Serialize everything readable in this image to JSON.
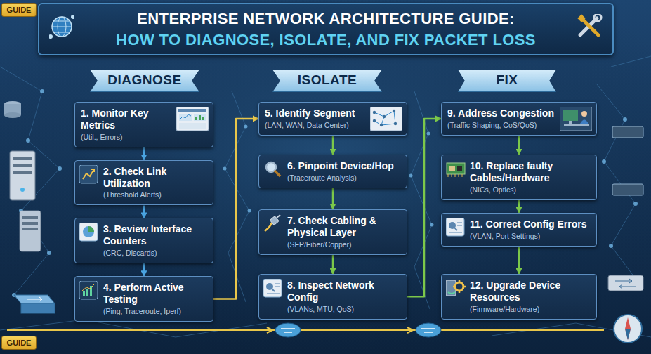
{
  "diagram": {
    "nodes": [
      {
        "text": [
          "GUIDE"
        ]
      },
      {
        "text": [
          "ENTERPRISE NETWORK ARCHITECTURE GUIDE:",
          "HOW TO DIAGNOSE, ISOLATE, AND FIX PACKET LOSS"
        ]
      },
      {
        "text": [
          "DIAGNOSE"
        ]
      },
      {
        "text": [
          "1. Monitor Key Metrics",
          "(Util., Errors)"
        ]
      },
      {
        "text": [
          "2. Check Link Utilization",
          "(Threshold Alerts)"
        ]
      },
      {
        "text": [
          "3. Review Interface Counters",
          "(CRC, Discards)"
        ]
      },
      {
        "text": [
          "4. Perform Active Testing",
          "(Ping, Traceroute, Iperf)"
        ]
      },
      {
        "text": [
          "ISOLATE"
        ]
      },
      {
        "text": [
          "5. Identify Segment",
          "(LAN, WAN, Data Center)"
        ]
      },
      {
        "text": [
          "6. Pinpoint Device/Hop",
          "(Traceroute Analysis)"
        ]
      },
      {
        "text": [
          "7. Check Cabling & Physical Layer",
          "(SFP/Fiber/Copper)"
        ]
      },
      {
        "text": [
          "8. Inspect Network Config",
          "(VLANs, MTU, QoS)"
        ]
      },
      {
        "text": [
          "FIX"
        ]
      },
      {
        "text": [
          "9. Address Congestion",
          "(Traffic Shaping, CoS/QoS)"
        ]
      },
      {
        "text": [
          "10. Replace faulty Cables/Hardware",
          "(NICs, Optics)"
        ]
      },
      {
        "text": [
          "11. Correct Config Errors",
          "(VLAN, Port Settings)"
        ]
      },
      {
        "text": [
          "12. Upgrade Device Resources",
          "(Firmware/Hardware)"
        ]
      },
      {
        "text": [
          "GUIDE"
        ]
      }
    ],
    "edges": [
      {
        "from": 3,
        "to": 4,
        "arrow": "to"
      },
      {
        "from": 4,
        "to": 5,
        "arrow": "to"
      },
      {
        "from": 5,
        "to": 6,
        "arrow": "to"
      },
      {
        "from": 6,
        "to": 8,
        "arrow": "to"
      },
      {
        "from": 8,
        "to": 9,
        "arrow": "to"
      },
      {
        "from": 9,
        "to": 10,
        "arrow": "to"
      },
      {
        "from": 10,
        "to": 11,
        "arrow": "to"
      },
      {
        "from": 11,
        "to": 13,
        "arrow": "to"
      },
      {
        "from": 13,
        "to": 14,
        "arrow": "to"
      },
      {
        "from": 14,
        "to": 15,
        "arrow": "to"
      },
      {
        "from": 15,
        "to": 16,
        "arrow": "to"
      }
    ]
  }
}
